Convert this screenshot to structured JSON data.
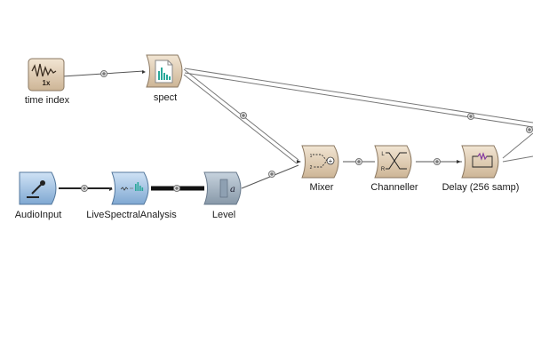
{
  "canvas": {
    "background": "#ffffff",
    "node_colors": {
      "tan": "#d7c2a6",
      "tan_edge": "#8a7760",
      "blue": "#8fb6de",
      "blue_edge": "#53779c",
      "slate": "#9aaab8"
    }
  },
  "nodes": {
    "time_index": {
      "label": "time index",
      "glyph": "1x",
      "icon": "waveform-icon"
    },
    "spect": {
      "label": "spect",
      "icon": "spectrum-document-icon"
    },
    "audio_input": {
      "label": "AudioInput",
      "icon": "microphone-icon"
    },
    "live_spectral": {
      "label": "LiveSpectralAnalysis",
      "icon": "spectrum-analyzer-icon"
    },
    "level": {
      "label": "Level",
      "glyph": "a",
      "icon": "level-icon"
    },
    "mixer": {
      "label": "Mixer",
      "glyph_plus": "+",
      "glyph_1": "1",
      "glyph_2": "2",
      "icon": "mixer-icon"
    },
    "channeller": {
      "label": "Channeller",
      "glyph_l": "L",
      "glyph_r": "R",
      "icon": "crossover-icon"
    },
    "delay": {
      "label": "Delay (256 samp)",
      "icon": "delay-icon"
    }
  }
}
